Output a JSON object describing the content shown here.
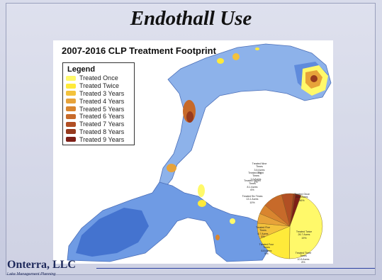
{
  "slide": {
    "title": "Endothall Use",
    "logo_text": "Onterra, LLC",
    "logo_subtitle": "Lake Management Planning"
  },
  "map": {
    "title": "2007-2016 CLP Treatment Footprint",
    "water_colors": {
      "deep": "#2e5fc4",
      "mid": "#5d8ee0",
      "shallow": "#9fc0ef"
    },
    "legend": {
      "title": "Legend",
      "items": [
        {
          "label": "Treated Once",
          "color": "#fff96a"
        },
        {
          "label": "Treated Twice",
          "color": "#ffea3a"
        },
        {
          "label": "Treated 3 Years",
          "color": "#f3c23c"
        },
        {
          "label": "Treated 4 Years",
          "color": "#e7a33a"
        },
        {
          "label": "Treated 5 Years",
          "color": "#d9852f"
        },
        {
          "label": "Treated 6 Years",
          "color": "#c76a2a"
        },
        {
          "label": "Treated 7 Years",
          "color": "#b14f24"
        },
        {
          "label": "Treated 8 Years",
          "color": "#963a1e"
        },
        {
          "label": "Treated 9 Years",
          "color": "#7d1f17"
        }
      ]
    }
  },
  "chart_data": {
    "type": "pie",
    "slices": [
      {
        "label": "Treated Once",
        "detail": "63.0 Acres\n46%",
        "value": 46,
        "color": "#fff96a"
      },
      {
        "label": "Treated Twice",
        "detail": "26.7 Acres\n19%",
        "value": 19,
        "color": "#ffea3a"
      },
      {
        "label": "Treated Three Times",
        "detail": "10.5 Acres\n8%",
        "value": 8,
        "color": "#f3c23c"
      },
      {
        "label": "Treated Four Times",
        "detail": "6.8 Acres\n5%",
        "value": 5,
        "color": "#e7a33a"
      },
      {
        "label": "Treated Five Times",
        "detail": "6.7 Acres\n5%",
        "value": 5,
        "color": "#d9852f"
      },
      {
        "label": "Treated Six Times",
        "detail": "13.1 Acres\n10%",
        "value": 10,
        "color": "#c76a2a"
      },
      {
        "label": "Treated Seven Times",
        "detail": "8.1 Acres\n6%",
        "value": 6,
        "color": "#b14f24"
      },
      {
        "label": "Treated Eight Times",
        "detail": "1.0 Acres\n1%",
        "value": 1,
        "color": "#963a1e"
      },
      {
        "label": "Treated Nine Times",
        "detail": "3.6 Acres\n3%",
        "value": 3,
        "color": "#7d1f17"
      }
    ]
  }
}
